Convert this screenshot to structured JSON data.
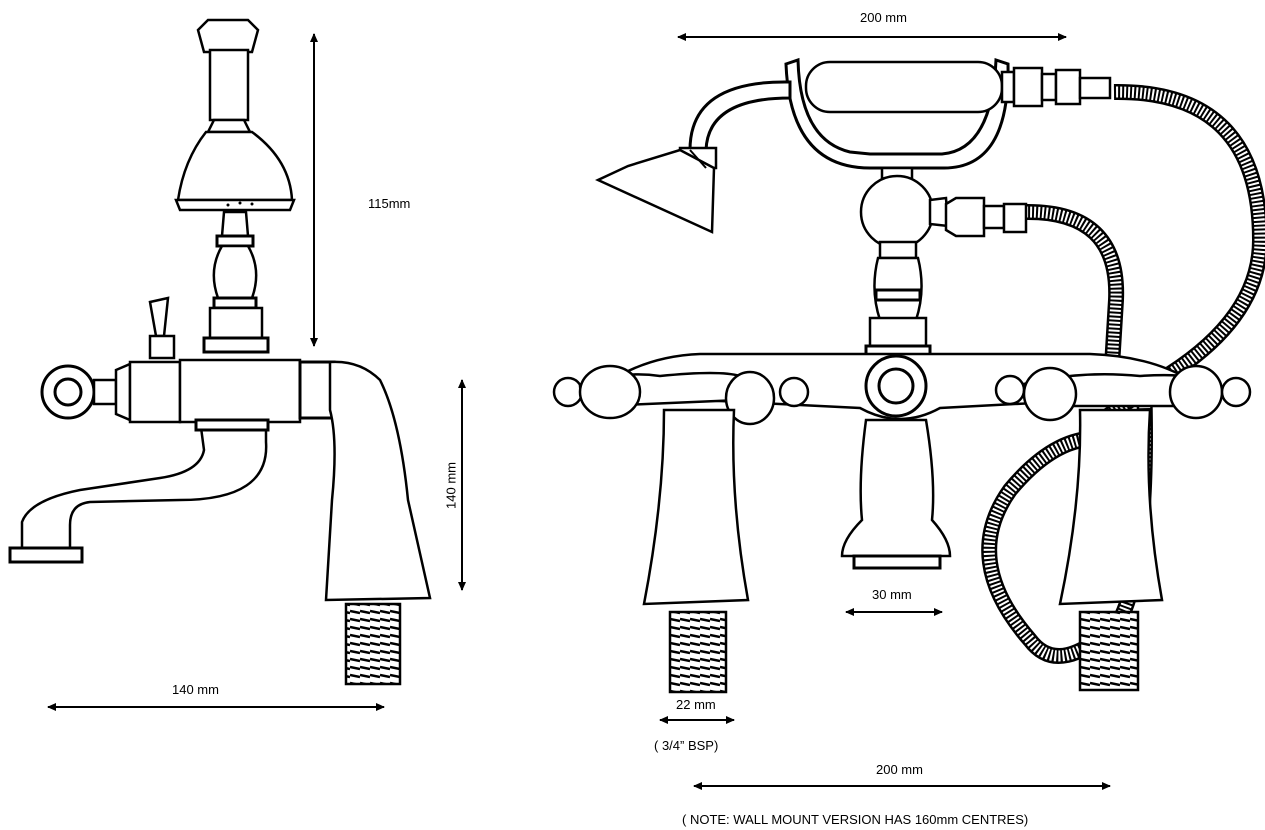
{
  "dimensions": {
    "side_height_upper": "115mm",
    "side_height_lower": "140 mm",
    "side_width": "140 mm",
    "front_top_width": "200 mm",
    "front_spout_width": "30 mm",
    "front_pipe_diameter": "22 mm",
    "front_pipe_thread": "( 3/4” BSP)",
    "front_centres": "200 mm"
  },
  "note": "( NOTE: WALL MOUNT VERSION HAS 160mm CENTRES)"
}
